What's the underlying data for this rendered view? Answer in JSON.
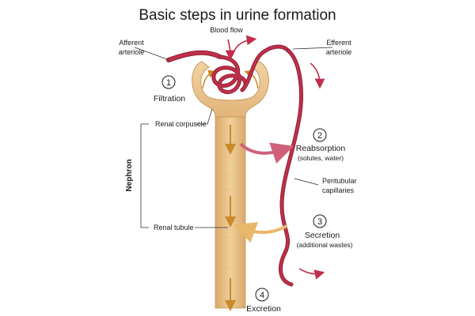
{
  "title": "Basic steps in urine formation",
  "labels": {
    "blood_flow": "Blood flow",
    "afferent_line1": "Afferent",
    "afferent_line2": "arteriole",
    "efferent_line1": "Efferent",
    "efferent_line2": "arteriole",
    "renal_corpuscle": "Renal corpuscle",
    "renal_tubule": "Renal tubule",
    "peritubular_line1": "Peritubular",
    "peritubular_line2": "capillaries",
    "nephron": "Nephron"
  },
  "steps": [
    {
      "number": "1",
      "name": "Filtration",
      "detail": ""
    },
    {
      "number": "2",
      "name": "Reabsorption",
      "detail": "(solutes, water)"
    },
    {
      "number": "3",
      "name": "Secretion",
      "detail": "(additional wastes)"
    },
    {
      "number": "4",
      "name": "Excretion",
      "detail": ""
    }
  ],
  "colors": {
    "vessel": "#c0304a",
    "vessel_dark": "#8e1f33",
    "tubule": "#e8bf85",
    "tubule_edge": "#c99a5a",
    "tubule_arrow": "#c88a2a",
    "reabsorption_arrow": "#d0607a",
    "secretion_arrow": "#e8b86a"
  }
}
